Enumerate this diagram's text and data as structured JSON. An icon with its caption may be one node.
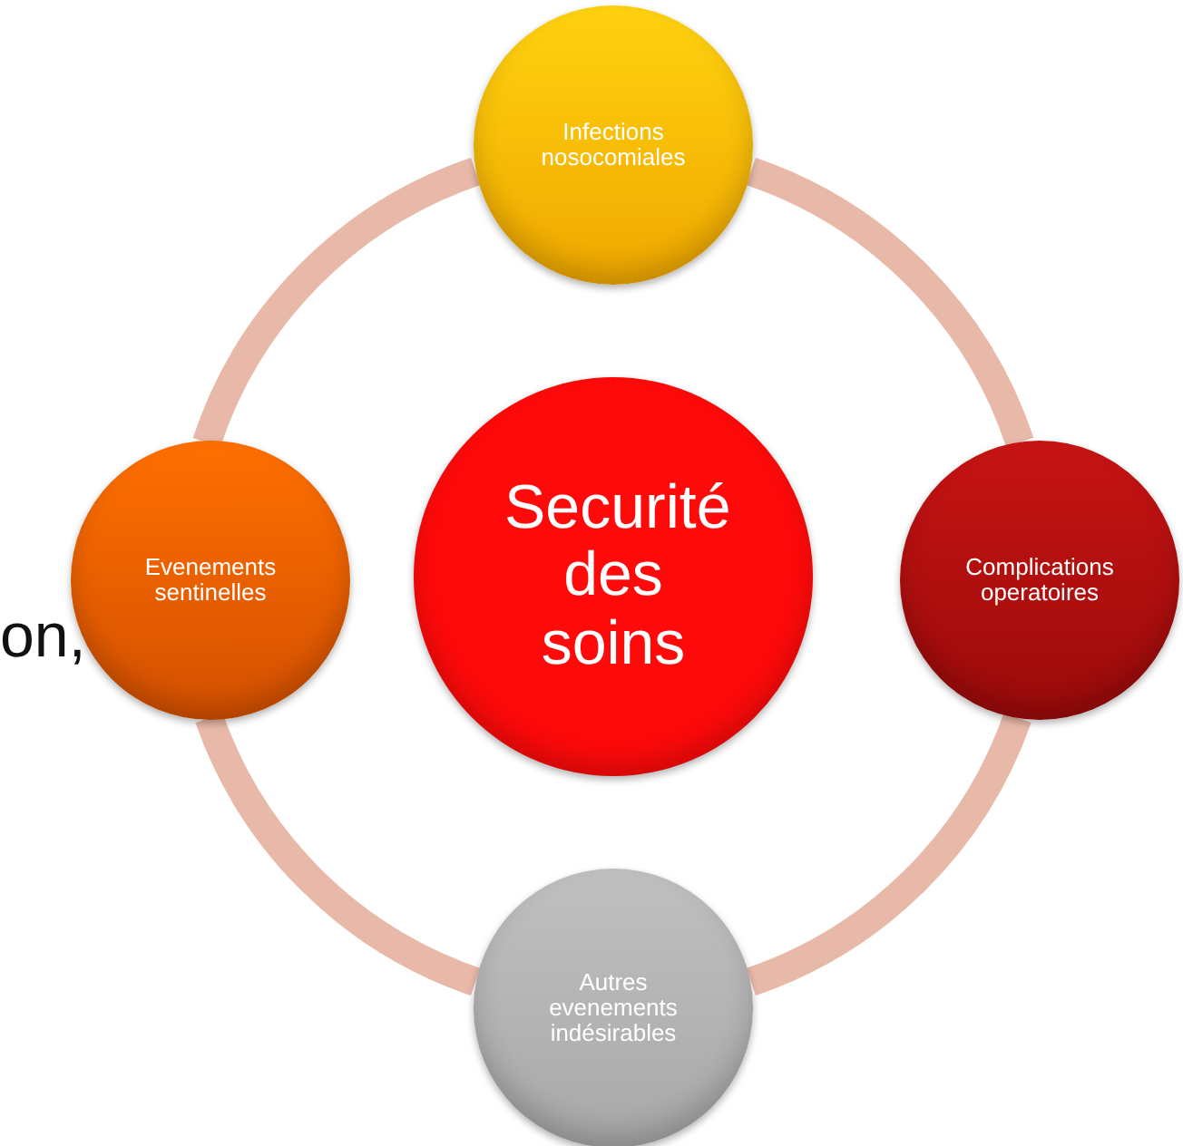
{
  "diagram": {
    "nodes": [
      {
        "text": [
          "Infections nosocomiales"
        ]
      },
      {
        "text": [
          "Evenements sentinelles"
        ]
      },
      {
        "text": [
          "Securité des soins"
        ]
      },
      {
        "text": [
          "Complications operatoires"
        ]
      },
      {
        "text": [
          "Autres evenements indésirables"
        ]
      }
    ],
    "edges": [
      {
        "from": 0,
        "to": 3,
        "arrow": "none"
      },
      {
        "from": 3,
        "to": 4,
        "arrow": "none"
      },
      {
        "from": 4,
        "to": 1,
        "arrow": "none"
      },
      {
        "from": 1,
        "to": 0,
        "arrow": "none"
      }
    ],
    "labels": [
      "on,"
    ]
  }
}
